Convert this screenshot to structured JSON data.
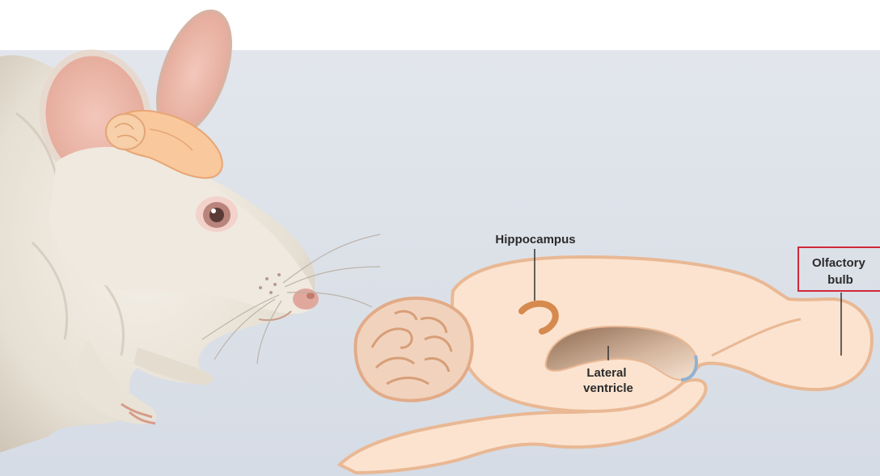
{
  "labels": {
    "hippocampus": "Hippocampus",
    "lateral_ventricle": [
      "Lateral",
      "ventricle"
    ],
    "olfactory_bulb": [
      "Olfactory",
      "bulb"
    ]
  },
  "highlight": {
    "target": "olfactory_bulb",
    "color": "#d0283a"
  },
  "colors": {
    "background_panel": "#dde2ea",
    "brain_fill": "#fbe3cf",
    "brain_outline": "#e9b894",
    "hippocampus": "#d68a4e",
    "ventricle": "#b88d6e",
    "mouse_fur": "#ece6dc",
    "mouse_skin": "#e7b8a6"
  }
}
